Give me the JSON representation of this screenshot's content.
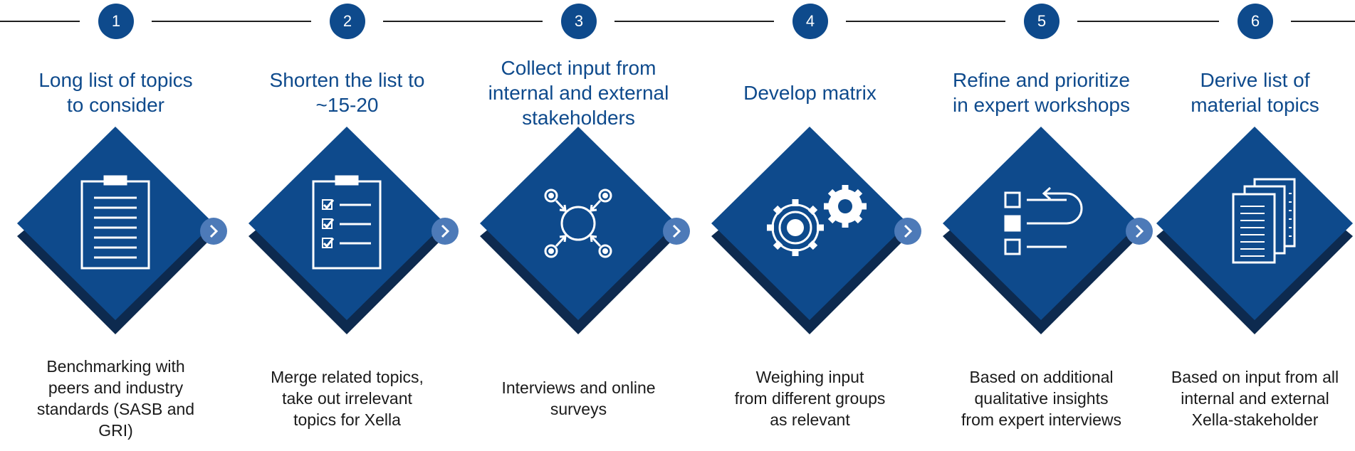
{
  "steps": [
    {
      "number": "1",
      "title": "Long list of topics\nto consider",
      "icon": "clipboard-icon",
      "description": "Benchmarking with\npeers and industry\nstandards (SASB and\nGRI)"
    },
    {
      "number": "2",
      "title": "Shorten the list to\n~15-20",
      "icon": "checklist-icon",
      "description": "Merge related topics,\ntake out irrelevant\ntopics for Xella"
    },
    {
      "number": "3",
      "title": "Collect input from\ninternal and external\nstakeholders",
      "icon": "network-icon",
      "description": "Interviews and online\nsurveys"
    },
    {
      "number": "4",
      "title": "Develop matrix",
      "icon": "gears-icon",
      "description": "Weighing input\nfrom different groups\nas relevant"
    },
    {
      "number": "5",
      "title": "Refine and prioritize\nin expert workshops",
      "icon": "prioritize-icon",
      "description": "Based on additional\nqualitative insights\nfrom expert interviews"
    },
    {
      "number": "6",
      "title": "Derive list of\nmaterial topics",
      "icon": "documents-icon",
      "description": "Based on input from all\ninternal and external\nXella-stakeholder"
    }
  ],
  "colors": {
    "primary": "#0e4a8c",
    "shadow": "#0d2a4f",
    "arrow": "#4d7ab8",
    "line": "#1f1f1f",
    "text": "#1a1a1a"
  }
}
